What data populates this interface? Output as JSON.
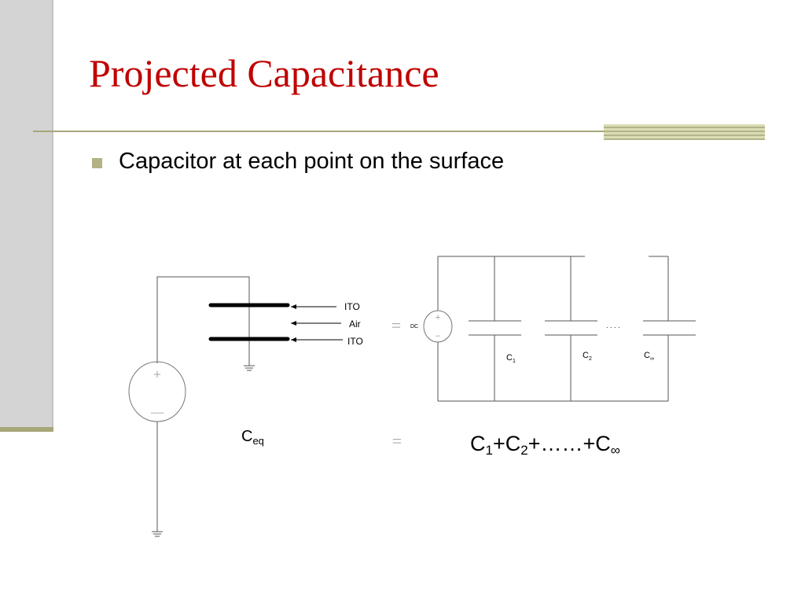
{
  "slide": {
    "title": "Projected Capacitance",
    "bullet": "Capacitor at each point on the surface"
  },
  "diagram": {
    "left_circuit": {
      "layer_labels": [
        "ITO",
        "Air",
        "ITO"
      ],
      "source_plus": "+",
      "source_minus": "—",
      "cap_symbol": "C",
      "cap_subscript": "eq"
    },
    "right_circuit": {
      "source_label": "DC",
      "source_plus": "+",
      "source_minus": "−",
      "ellipsis": ". . . .",
      "caps": [
        {
          "symbol": "C",
          "sub": "1"
        },
        {
          "symbol": "C",
          "sub": "2"
        },
        {
          "symbol": "C",
          "sub": "∞"
        }
      ]
    },
    "equals_sign": "=",
    "equation": {
      "c1": "C",
      "s1": "1",
      "plus1": "+",
      "c2": "C",
      "s2": "2",
      "dots": "+……+",
      "cinf": "C",
      "sinf": "∞"
    }
  },
  "colors": {
    "title": "#c00000",
    "accent": "#a6a67a",
    "sidebar": "#d4d4d4"
  }
}
